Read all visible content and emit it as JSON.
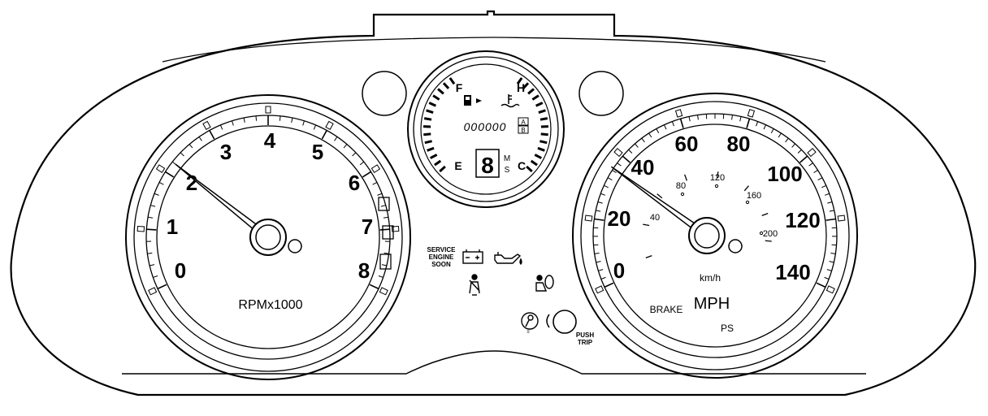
{
  "tachometer": {
    "labels": [
      "0",
      "1",
      "2",
      "3",
      "4",
      "5",
      "6",
      "7",
      "8"
    ],
    "unit_label": "RPMx1000",
    "needle_value": 2.2
  },
  "speedometer": {
    "mph_labels": [
      "0",
      "20",
      "40",
      "60",
      "80",
      "100",
      "120",
      "140"
    ],
    "kmh_labels": [
      "40",
      "80",
      "120",
      "160",
      "200"
    ],
    "unit_label": "MPH",
    "kmh_label": "km/h",
    "brake_label": "BRAKE",
    "ps_label": "PS",
    "needle_value": 37
  },
  "center_gauge": {
    "fuel_full": "F",
    "fuel_empty": "E",
    "temp_hot": "H",
    "temp_cold": "C",
    "odometer": "000000",
    "trip_a": "A",
    "trip_b": "B",
    "gear": "8",
    "mode_m": "M",
    "mode_s": "S"
  },
  "telltales": {
    "service_line1": "SERVICE",
    "service_line2": "ENGINE",
    "service_line3": "SOON",
    "battery_icon": "battery-icon",
    "oil_icon": "oil-can-icon",
    "seatbelt_icon": "seatbelt-icon",
    "airbag_icon": "airbag-icon",
    "immobilizer_icon": "security-key-icon"
  },
  "trip_button": {
    "line1": "PUSH",
    "line2": "TRIP"
  }
}
